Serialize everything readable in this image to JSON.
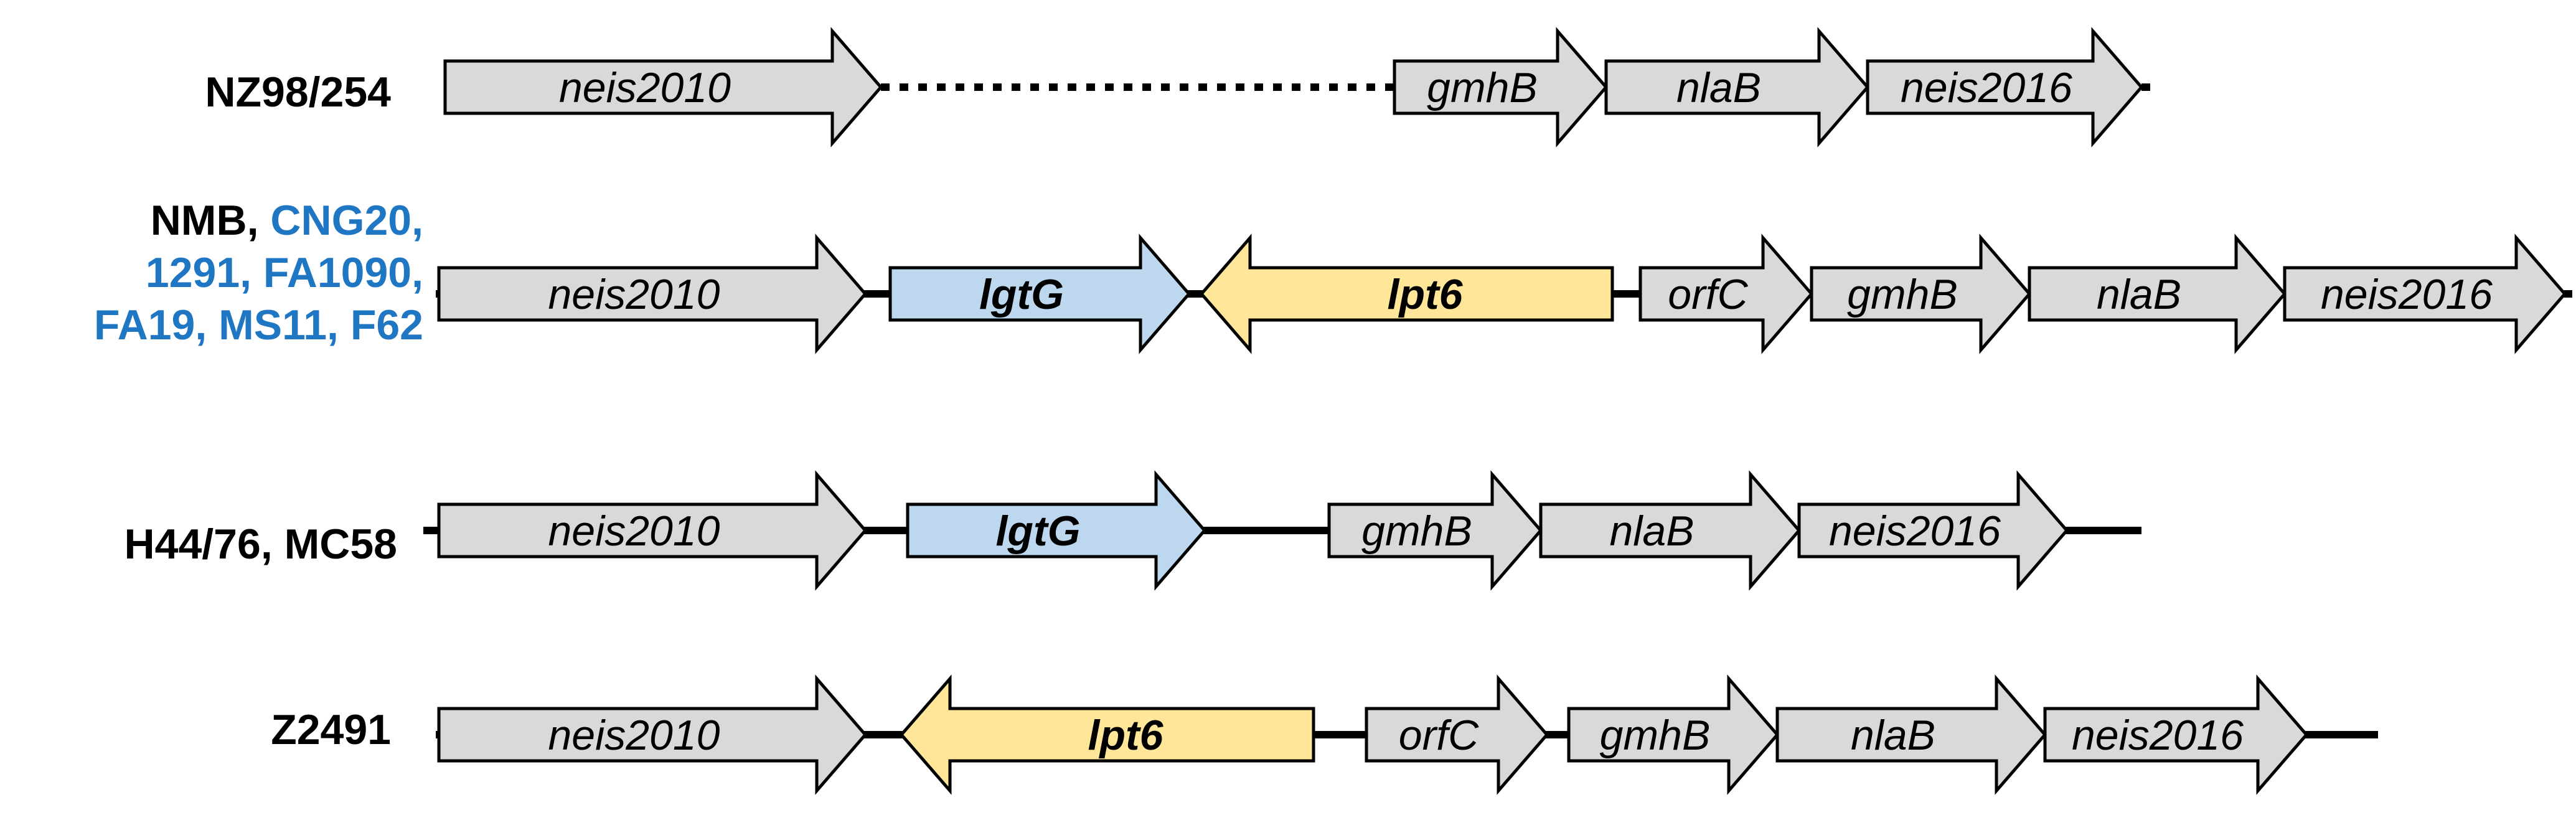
{
  "colors": {
    "background": "#ffffff",
    "stroke": "#000000",
    "default_gene": "#d9d9d9",
    "lgtG_gene": "#bdd7ee",
    "lpt6_gene": "#ffe699",
    "blue_label": "#1f77c4"
  },
  "lanes": [
    {
      "label": [
        {
          "text": "NZ98/254",
          "color": "black"
        }
      ],
      "genes": [
        {
          "name": "neis2010",
          "dir": "right",
          "style": "default",
          "bold": false
        },
        {
          "name": "gmhB",
          "dir": "right",
          "style": "default",
          "bold": false
        },
        {
          "name": "nlaB",
          "dir": "right",
          "style": "default",
          "bold": false
        },
        {
          "name": "neis2016",
          "dir": "right",
          "style": "default",
          "bold": false
        }
      ],
      "gap_after_first": "dotted"
    },
    {
      "label": [
        {
          "text": "NMB,",
          "color": "black"
        },
        {
          "text": " CNG20,",
          "color": "blue"
        },
        {
          "text": "1291, FA1090,",
          "color": "blue"
        },
        {
          "text": "FA19, MS11, F62",
          "color": "blue"
        }
      ],
      "genes": [
        {
          "name": "neis2010",
          "dir": "right",
          "style": "default",
          "bold": false
        },
        {
          "name": "lgtG",
          "dir": "right",
          "style": "lgtG",
          "bold": true
        },
        {
          "name": "lpt6",
          "dir": "left",
          "style": "lpt6",
          "bold": true
        },
        {
          "name": "orfC",
          "dir": "right",
          "style": "default",
          "bold": false
        },
        {
          "name": "gmhB",
          "dir": "right",
          "style": "default",
          "bold": false
        },
        {
          "name": "nlaB",
          "dir": "right",
          "style": "default",
          "bold": false
        },
        {
          "name": "neis2016",
          "dir": "right",
          "style": "default",
          "bold": false
        }
      ]
    },
    {
      "label": [
        {
          "text": "H44/76, MC58",
          "color": "black"
        }
      ],
      "genes": [
        {
          "name": "neis2010",
          "dir": "right",
          "style": "default",
          "bold": false
        },
        {
          "name": "lgtG",
          "dir": "right",
          "style": "lgtG",
          "bold": true
        },
        {
          "name": "gmhB",
          "dir": "right",
          "style": "default",
          "bold": false
        },
        {
          "name": "nlaB",
          "dir": "right",
          "style": "default",
          "bold": false
        },
        {
          "name": "neis2016",
          "dir": "right",
          "style": "default",
          "bold": false
        }
      ]
    },
    {
      "label": [
        {
          "text": "Z2491",
          "color": "black"
        }
      ],
      "genes": [
        {
          "name": "neis2010",
          "dir": "right",
          "style": "default",
          "bold": false
        },
        {
          "name": "lpt6",
          "dir": "left",
          "style": "lpt6",
          "bold": true
        },
        {
          "name": "orfC",
          "dir": "right",
          "style": "default",
          "bold": false
        },
        {
          "name": "gmhB",
          "dir": "right",
          "style": "default",
          "bold": false
        },
        {
          "name": "nlaB",
          "dir": "right",
          "style": "default",
          "bold": false
        },
        {
          "name": "neis2016",
          "dir": "right",
          "style": "default",
          "bold": false
        }
      ]
    }
  ]
}
